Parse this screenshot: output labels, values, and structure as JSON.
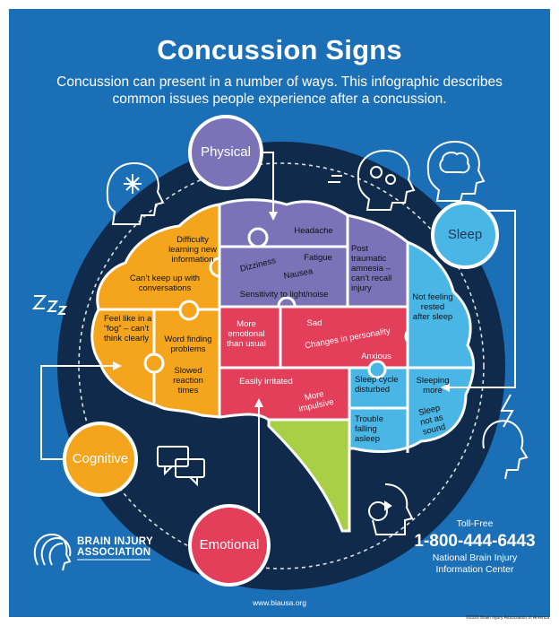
{
  "title": "Concussion Signs",
  "subtitle": "Concussion can present in a number of ways. This infographic describes common issues people experience after a concussion.",
  "categories": {
    "physical": "Physical",
    "sleep": "Sleep",
    "cognitive": "Cognitive",
    "emotional": "Emotional"
  },
  "physical_signs": {
    "headache": "Headache",
    "dizziness": "Dizziness",
    "fatigue": "Fatigue",
    "nausea": "Nausea",
    "sensitivity": "Sensitivity to light/noise",
    "amnesia": "Post traumatic amnesia – can’t recall injury"
  },
  "cognitive_signs": {
    "difficulty": "Difficulty learning new information",
    "cant_keep_up": "Can’t keep up with conversations",
    "fog": "Feel like in a “fog” – can’t think clearly",
    "word_finding": "Word finding problems",
    "slowed": "Slowed reaction times"
  },
  "emotional_signs": {
    "more_emotional": "More emotional than usual",
    "sad": "Sad",
    "changes": "Changes in personality",
    "anxious": "Anxious",
    "irritated": "Easily irritated",
    "impulsive": "More impulsive"
  },
  "sleep_signs": {
    "not_rested": "Not feeling rested after sleep",
    "cycle": "Sleep cycle disturbed",
    "sleeping_more": "Sleeping more",
    "trouble": "Trouble falling asleep",
    "not_sound": "Sleep not as sound"
  },
  "footer": {
    "toll_free": "Toll-Free",
    "phone": "1-800-444-6443",
    "center": "National Brain Injury Information Center",
    "logo_line1": "BRAIN INJURY",
    "logo_line2": "ASSOCIATION",
    "url": "www.biausa.org",
    "copyright": "©2020 Brain Injury Association of America"
  },
  "colors": {
    "background": "#1b6fb6",
    "circle": "#0f2a4a",
    "physical": "#7b72b8",
    "cognitive": "#f5a51c",
    "emotional": "#e33e5a",
    "sleep": "#4ab6e6",
    "stem": "#a8cf45"
  },
  "icons": [
    "head-snowflake-icon",
    "head-gears-icon",
    "head-brain-icon",
    "zzz-icon",
    "lightning-head-icon",
    "chat-bubbles-icon",
    "head-cycle-icon",
    "brain-injury-logo-icon"
  ]
}
